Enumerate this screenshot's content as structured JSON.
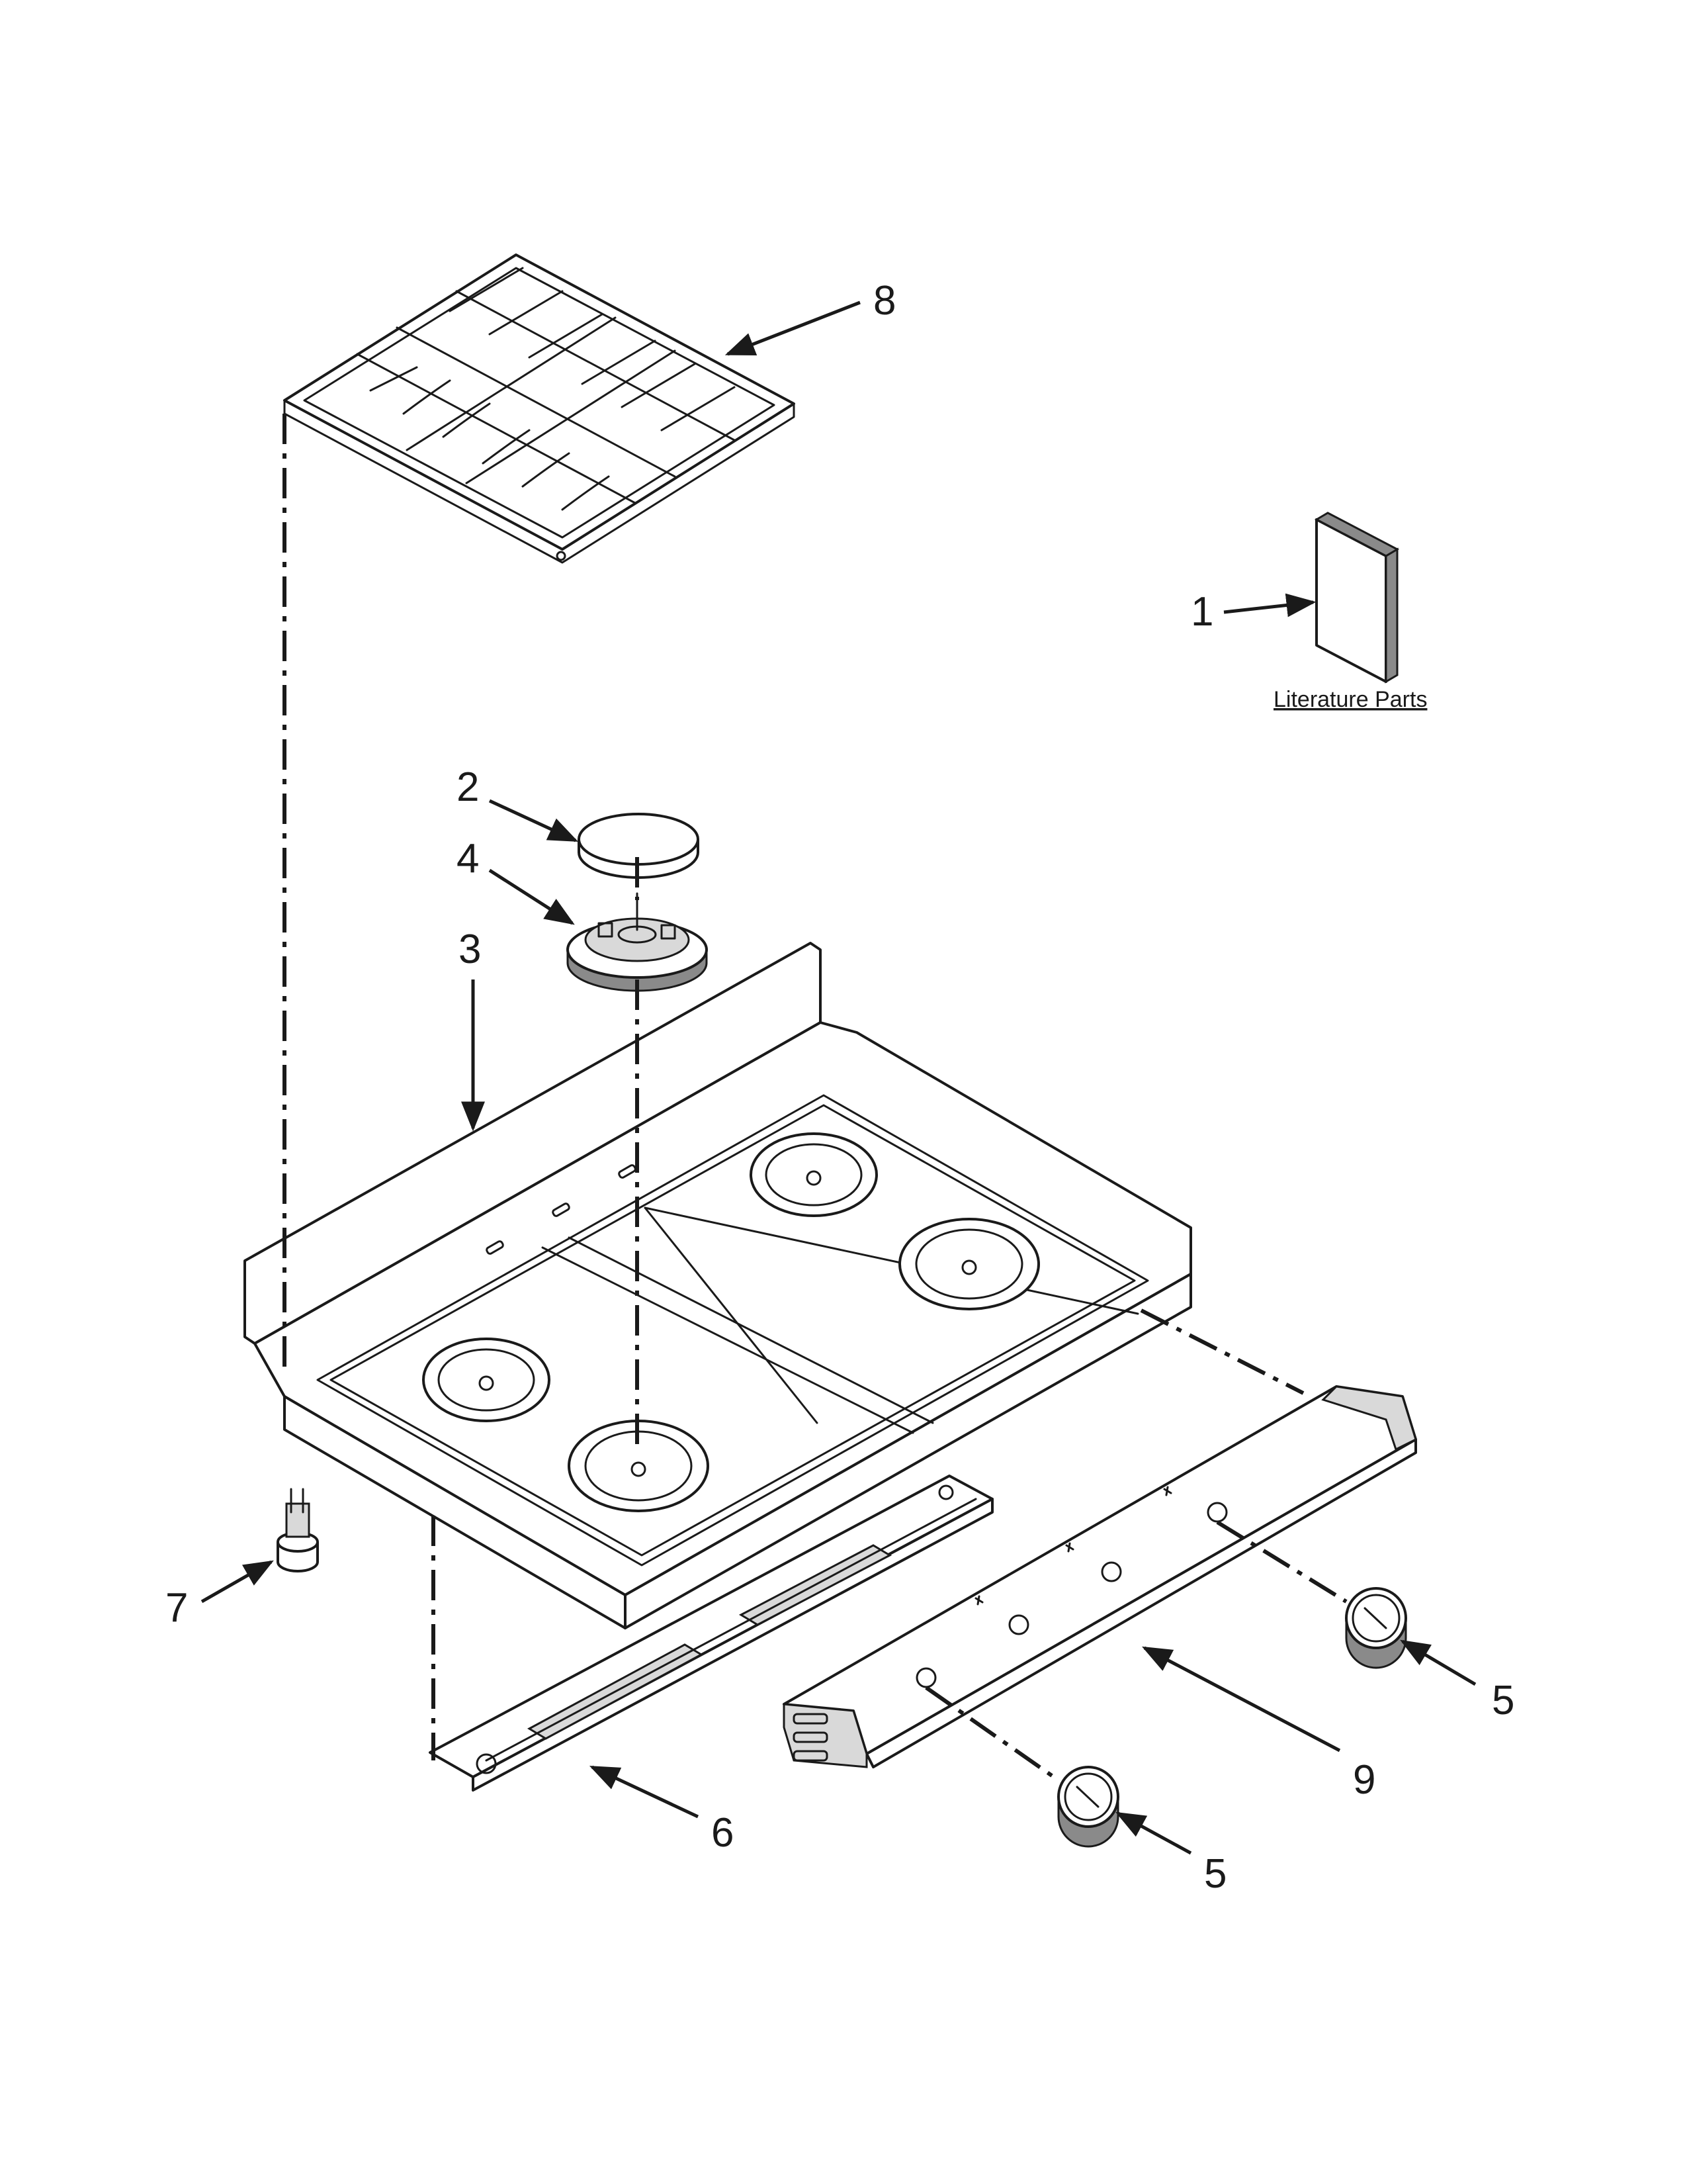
{
  "callouts": {
    "c1": "1",
    "c2": "2",
    "c3": "3",
    "c4": "4",
    "c5a": "5",
    "c5b": "5",
    "c6": "6",
    "c7": "7",
    "c8": "8",
    "c9": "9"
  },
  "literature_label": "Literature Parts",
  "colors": {
    "ink": "#1a1a1a",
    "paper": "#ffffff",
    "shade": "#d9d9d9"
  }
}
